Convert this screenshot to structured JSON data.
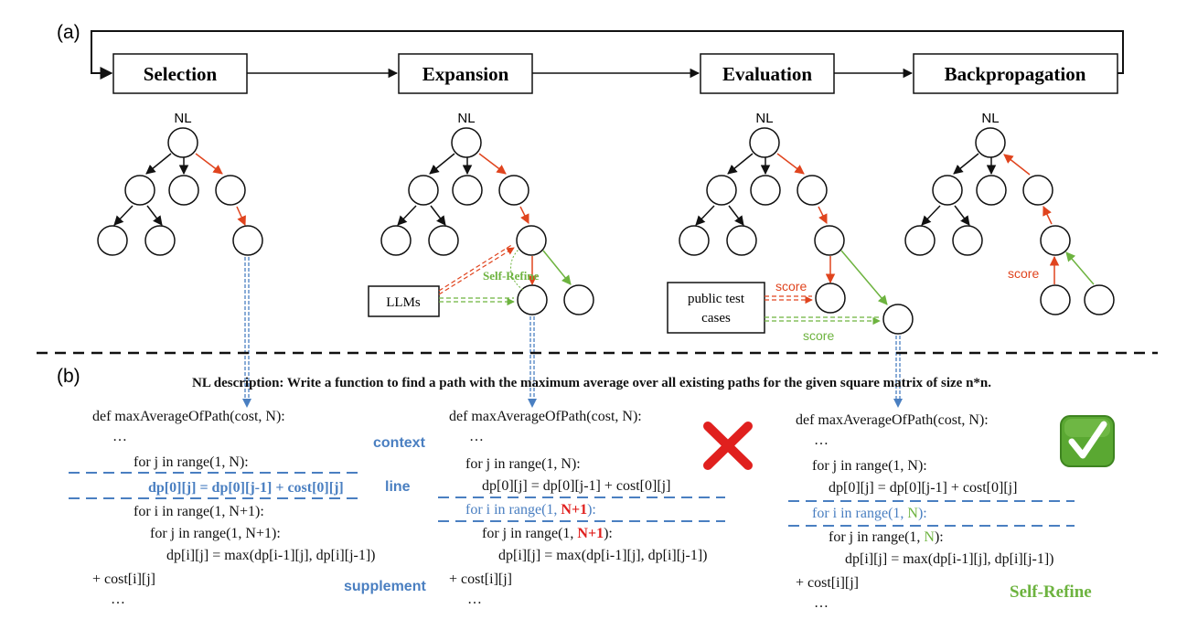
{
  "panel_a_label": "(a)",
  "panel_b_label": "(b)",
  "stages": {
    "selection": "Selection",
    "expansion": "Expansion",
    "evaluation": "Evaluation",
    "backpropagation": "Backpropagation"
  },
  "tree_root_label": "NL",
  "expansion": {
    "llms": "LLMs",
    "self_refine": "Self-Refine"
  },
  "evaluation": {
    "public_tests": [
      "public test",
      "cases"
    ],
    "score": "score"
  },
  "backprop": {
    "score": "score"
  },
  "nl_description": "NL description: Write a function to find a path with the maximum average over all existing paths for the given square matrix of size n*n.",
  "legend": {
    "context": "context",
    "line": "line",
    "supplement": "supplement",
    "self_refine": "Self-Refine"
  },
  "code_left": {
    "l1": "def maxAverageOfPath(cost, N):",
    "l2": "…",
    "l3": "for j in range(1, N):",
    "l4": "dp[0][j] = dp[0][j-1] + cost[0][j]",
    "l5": "for i in range(1, N+1):",
    "l6": "for j in range(1, N+1):",
    "l7": "dp[i][j] = max(dp[i-1][j], dp[i][j-1])",
    "l8": "+ cost[i][j]",
    "l9": "…"
  },
  "code_mid": {
    "l1": "def maxAverageOfPath(cost, N):",
    "l2": "…",
    "l3": "for j in range(1, N):",
    "l4": "dp[0][j] = dp[0][j-1] + cost[0][j]",
    "l5_pre": "for i in range(1, ",
    "l5_red": "N+1",
    "l5_post": "):",
    "l6_pre": "for j in range(1, ",
    "l6_red": "N+1",
    "l6_post": "):",
    "l7": "dp[i][j] = max(dp[i-1][j], dp[i][j-1])",
    "l8": "+ cost[i][j]",
    "l9": "…"
  },
  "code_right": {
    "l1": "def maxAverageOfPath(cost, N):",
    "l2": "…",
    "l3": "for j in range(1, N):",
    "l4": "dp[0][j] = dp[0][j-1] + cost[0][j]",
    "l5_pre": "for i in range(1, ",
    "l5_green": "N",
    "l5_post": "):",
    "l6_pre": "for j in range(1, ",
    "l6_green": "N",
    "l6_post": "):",
    "l7": "dp[i][j] = max(dp[i-1][j], dp[i][j-1])",
    "l8": "+ cost[i][j]",
    "l9": "…"
  },
  "colors": {
    "red": "#e0441e",
    "green": "#6db33f",
    "blue": "#4a7fc1",
    "black": "#111111"
  }
}
